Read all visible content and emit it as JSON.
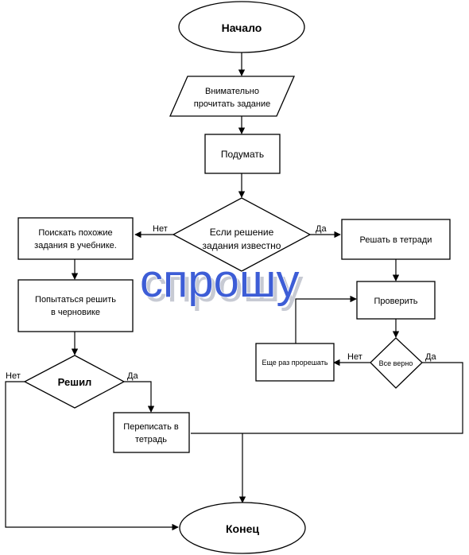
{
  "nodes": {
    "start": "Начало",
    "read_line1": "Внимательно",
    "read_line2": "прочитать задание",
    "think": "Подумать",
    "if_known_line1": "Если решение",
    "if_known_line2": "задания известно",
    "search_line1": "Поискать похожие",
    "search_line2": "задания в учебнике.",
    "try_line1": "Попытаться решить",
    "try_line2": "в черновике",
    "solved": "Решил",
    "rewrite_line1": "Переписать в",
    "rewrite_line2": "тетрадь",
    "solve_notebook": "Решать в тетради",
    "check": "Проверить",
    "resolve_again": "Еще раз прорешать",
    "all_correct": "Все верно",
    "end": "Конец"
  },
  "edge_labels": {
    "no": "Нет",
    "yes": "Да"
  },
  "watermark": "спрошу",
  "colors": {
    "watermark": "#3d5dd6",
    "stroke": "#000000"
  }
}
